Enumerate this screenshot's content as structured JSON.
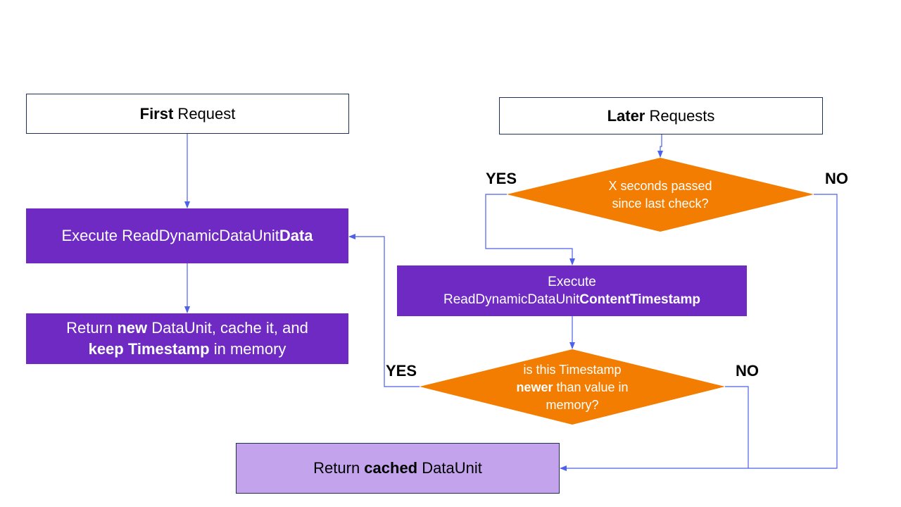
{
  "colors": {
    "process": "#6f2ac3",
    "decision": "#f27d00",
    "cached": "#c3a3ec",
    "connector": "#4c62e8",
    "border": "#1f2f5a"
  },
  "first_request": {
    "bold": "First",
    "rest": " Request"
  },
  "execute_data": {
    "text": "Execute ReadDynamicDataUnit",
    "bold": "Data"
  },
  "return_new": {
    "part1": "Return ",
    "bold1": "new",
    "part2": " DataUnit, cache it, and",
    "bold2": "keep Timestamp",
    "part3": " in memory"
  },
  "later_requests": {
    "bold": "Later",
    "rest": " Requests"
  },
  "decision_seconds": {
    "line1": "X seconds passed",
    "line2": "since last check?"
  },
  "execute_timestamp": {
    "line1": "Execute",
    "line2_text": "ReadDynamicDataUnit",
    "line2_bold": "ContentTimestamp"
  },
  "decision_newer": {
    "line1": "is this Timestamp",
    "line2_bold": "newer",
    "line2_rest": " than value in",
    "line3": "memory?"
  },
  "return_cached": {
    "part1": "Return ",
    "bold": "cached",
    "part2": " DataUnit"
  },
  "labels": {
    "yes_top": "YES",
    "no_top": "NO",
    "yes_bottom": "YES",
    "no_bottom": "NO"
  }
}
